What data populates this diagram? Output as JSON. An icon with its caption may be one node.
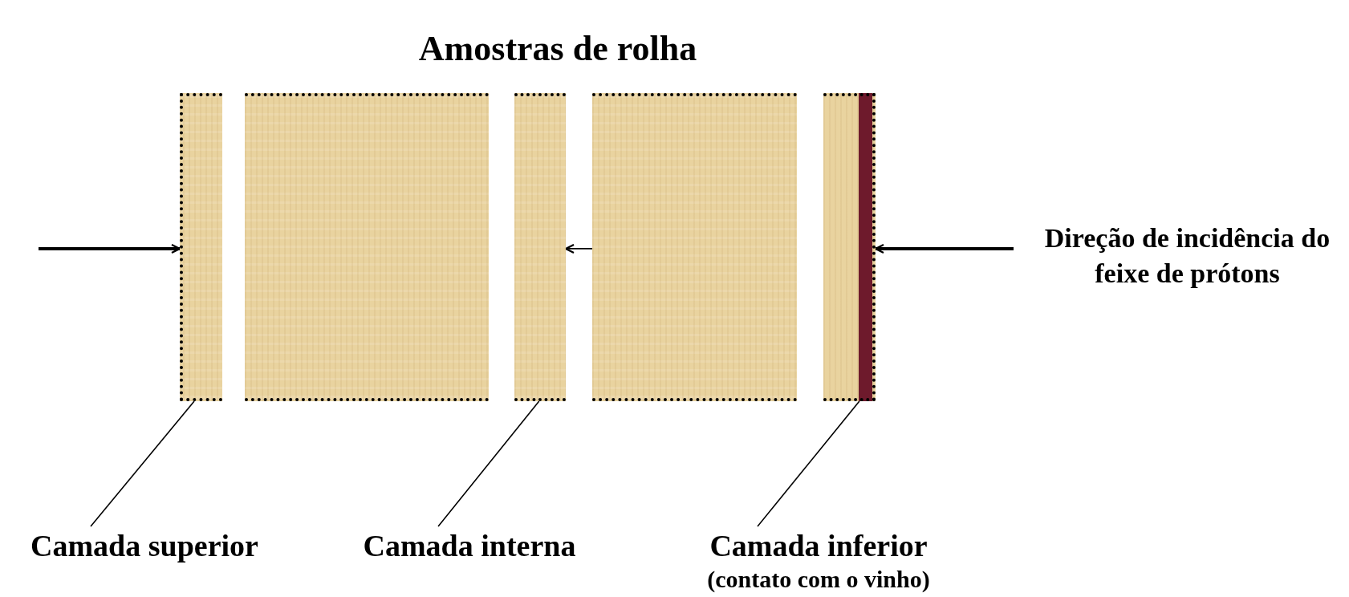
{
  "diagram": {
    "title": "Amostras de rolha",
    "nodes": [
      {
        "text": [],
        "shape": "box"
      },
      {
        "text": [],
        "shape": "box"
      },
      {
        "text": [],
        "shape": "box"
      },
      {
        "text": [],
        "shape": "box"
      },
      {
        "text": [],
        "shape": "box"
      },
      {
        "text": [
          "Camada superior"
        ]
      },
      {
        "text": [
          "Camada interna"
        ]
      },
      {
        "text": [
          "Camada inferior",
          "(contato com o vinho)"
        ]
      }
    ],
    "edges": [
      {
        "from": null,
        "to": 0,
        "arrow": "to"
      },
      {
        "from": 3,
        "to": 2,
        "arrow": "to"
      },
      {
        "from": null,
        "to": 4,
        "arrow": "to"
      },
      {
        "from": 5,
        "to": 0,
        "arrow": "none"
      },
      {
        "from": 6,
        "to": 2,
        "arrow": "none"
      },
      {
        "from": 7,
        "to": 4,
        "arrow": "none"
      }
    ],
    "labels": [
      "Direção de incidência do feixe de prótons"
    ]
  }
}
